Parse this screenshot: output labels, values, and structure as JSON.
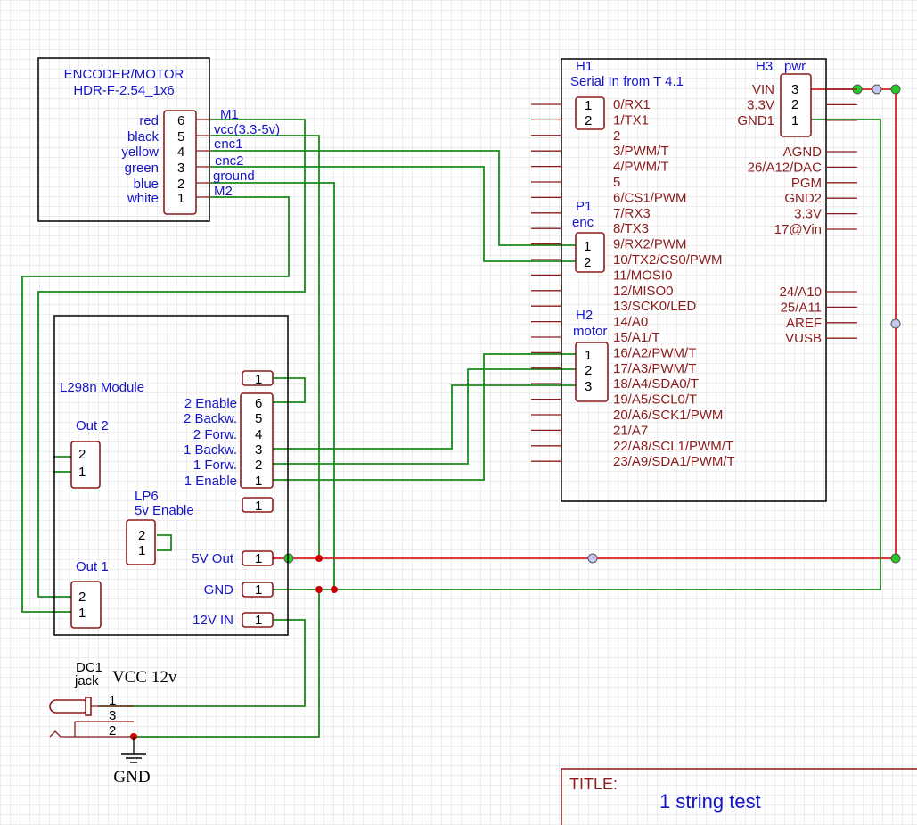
{
  "colors": {
    "wire_signal": "#1a8a1a",
    "wire_power": "#d42020",
    "component": "#8b1c1c",
    "label": "#1515c8",
    "junction": "#cc0000",
    "endpoint_green": "#22cc22",
    "endpoint_blue": "#c8c8f0"
  },
  "encoder": {
    "title": "ENCODER/MOTOR",
    "part": "HDR-F-2.54_1x6",
    "wire_colors": [
      "red",
      "black",
      "yellow",
      "green",
      "blue",
      "white"
    ],
    "pins": [
      "6",
      "5",
      "4",
      "3",
      "2",
      "1"
    ],
    "nets": [
      "M1",
      "vcc(3.3-5v)",
      "enc1",
      "enc2",
      "ground",
      "M2"
    ]
  },
  "teensy": {
    "left_pins": [
      "0/RX1",
      "1/TX1",
      "2",
      "3/PWM/T",
      "4/PWM/T",
      "5",
      "6/CS1/PWM",
      "7/RX3",
      "8/TX3",
      "9/RX2/PWM",
      "10/TX2/CS0/PWM",
      "11/MOSI0",
      "12/MISO0",
      "13/SCK0/LED",
      "14/A0",
      "15/A1/T",
      "16/A2/PWM/T",
      "17/A3/PWM/T",
      "18/A4/SDA0/T",
      "19/A5/SCL0/T",
      "20/A6/SCK1/PWM",
      "21/A7",
      "22/A8/SCL1/PWM/T",
      "23/A9/SDA1/PWM/T"
    ],
    "right_pins_top": [
      "VIN",
      "3.3V",
      "GND1"
    ],
    "right_pins_mid": [
      "AGND",
      "26/A12/DAC",
      "PGM",
      "GND2",
      "3.3V",
      "17@Vin"
    ],
    "right_pins_low": [
      "24/A10",
      "25/A11",
      "AREF",
      "VUSB"
    ]
  },
  "h1": {
    "ref": "H1",
    "name": "Serial In from T 4.1",
    "pins": [
      "1",
      "2"
    ]
  },
  "h3": {
    "ref": "H3",
    "name": "pwr",
    "pins": [
      "3",
      "2",
      "1"
    ]
  },
  "p1": {
    "ref": "P1",
    "name": "enc",
    "pins": [
      "1",
      "2"
    ]
  },
  "h2": {
    "ref": "H2",
    "name": "motor",
    "pins": [
      "1",
      "2",
      "3"
    ]
  },
  "l298n": {
    "title": "L298n Module",
    "out2": "Out 2",
    "out1": "Out 1",
    "lp6_ref": "LP6",
    "lp6_name": "5v Enable",
    "header_labels": [
      "2 Enable",
      "2 Backw.",
      "2 Forw.",
      "1 Backw.",
      "1 Forw.",
      "1 Enable"
    ],
    "header_pins": [
      "6",
      "5",
      "4",
      "3",
      "2",
      "1"
    ],
    "pin_one": "1",
    "pin_two": "2",
    "power_labels": [
      "5V Out",
      "GND",
      "12V IN"
    ]
  },
  "dc": {
    "ref": "DC1",
    "name": "jack",
    "vcc": "VCC 12v",
    "pins": [
      "1",
      "3",
      "2"
    ],
    "gnd": "GND"
  },
  "title_block": {
    "label": "TITLE:",
    "text": "1 string test"
  }
}
